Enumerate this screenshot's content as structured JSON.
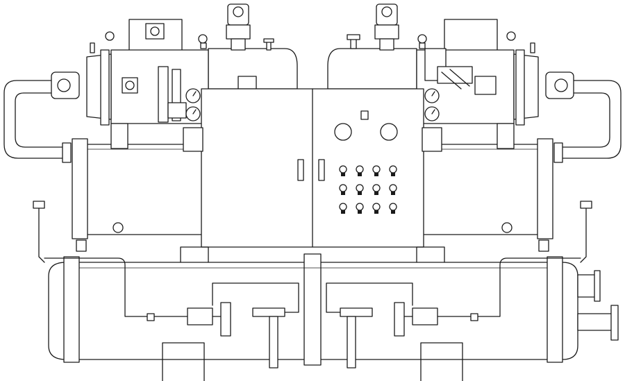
{
  "diagram": {
    "kind": "line-drawing",
    "colors": {
      "line": "#1a1a1a",
      "background": "#ffffff"
    },
    "components": [
      "control-cabinet",
      "compressor-left",
      "compressor-right",
      "oil-separator-left",
      "oil-separator-right",
      "condenser-shell",
      "evaporator-shell",
      "suction-pipe-loop-left",
      "suction-pipe-loop-right",
      "indicator-lamp-grid",
      "pressure-gauges-left",
      "pressure-gauges-right",
      "water-inlet-outlet-flanges"
    ],
    "indicator_grid": {
      "rows": 3,
      "columns": 4
    },
    "gauges_per_side": 2,
    "cabinet_doors": 2
  }
}
